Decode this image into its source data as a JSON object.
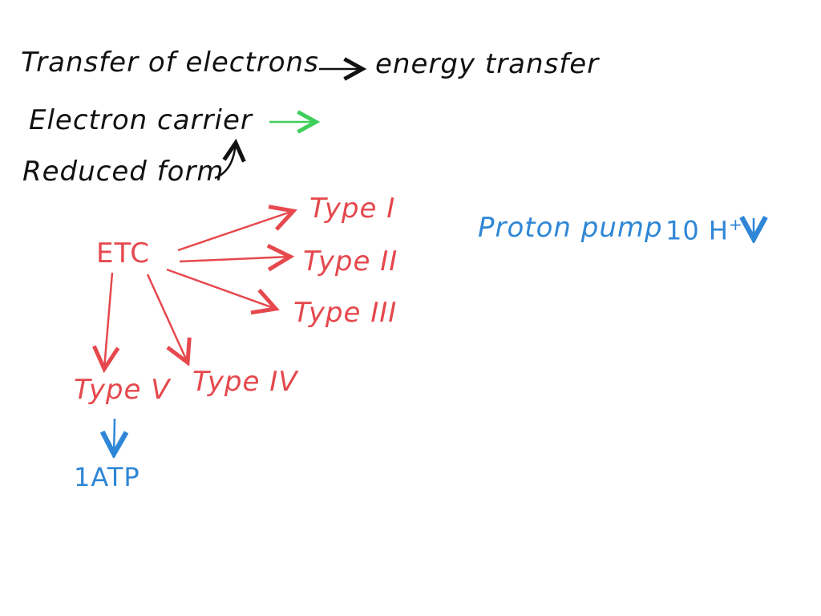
{
  "notes": {
    "line1_left": "Transfer of electrons",
    "line1_right": "energy transfer",
    "line2": "Electron carrier",
    "line3": "Reduced form"
  },
  "diagram": {
    "root": "ETC",
    "branches": [
      "Type I",
      "Type II",
      "Type III",
      "Type IV",
      "Type V"
    ],
    "type_v_output": "1ATP",
    "proton_pump_label": "Proton pump",
    "proton_count": "10 H",
    "proton_sup": "+",
    "proton_arrow": "↓"
  },
  "colors": {
    "black_ink": "#111111",
    "red_ink": "#e5484d",
    "blue_ink": "#2f86d6",
    "green_ink": "#3ecf5a"
  }
}
